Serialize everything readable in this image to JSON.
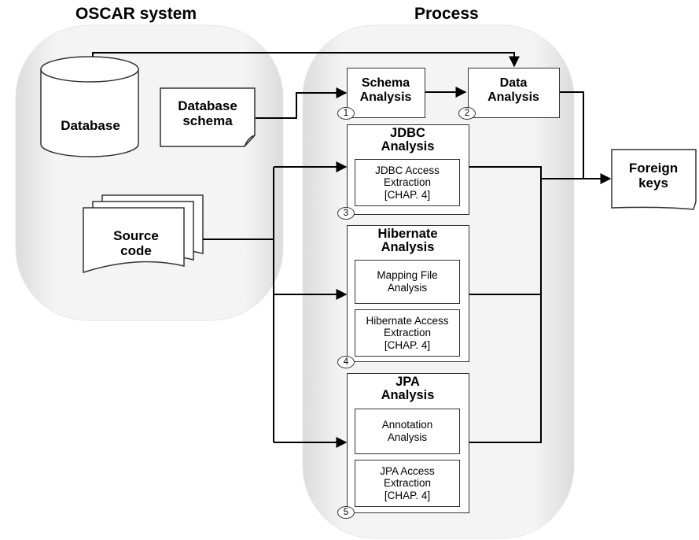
{
  "titles": {
    "left": "OSCAR system",
    "right": "Process"
  },
  "oscar": {
    "database": "Database",
    "database_schema": [
      "Database",
      "schema"
    ],
    "source_code": [
      "Source",
      "code"
    ]
  },
  "process": {
    "schema_analysis": {
      "label": [
        "Schema",
        "Analysis"
      ],
      "number": "1"
    },
    "data_analysis": {
      "label": [
        "Data",
        "Analysis"
      ],
      "number": "2"
    },
    "jdbc": {
      "title": [
        "JDBC",
        "Analysis"
      ],
      "number": "3",
      "steps": [
        [
          "JDBC Access",
          "Extraction",
          "[CHAP. 4]"
        ]
      ]
    },
    "hibernate": {
      "title": [
        "Hibernate",
        "Analysis"
      ],
      "number": "4",
      "steps": [
        [
          "Mapping File",
          "Analysis"
        ],
        [
          "Hibernate Access",
          "Extraction",
          "[CHAP. 4]"
        ]
      ]
    },
    "jpa": {
      "title": [
        "JPA",
        "Analysis"
      ],
      "number": "5",
      "steps": [
        [
          "Annotation",
          "Analysis"
        ],
        [
          "JPA Access",
          "Extraction",
          "[CHAP. 4]"
        ]
      ]
    }
  },
  "output": {
    "foreign_keys": [
      "Foreign",
      "keys"
    ]
  }
}
